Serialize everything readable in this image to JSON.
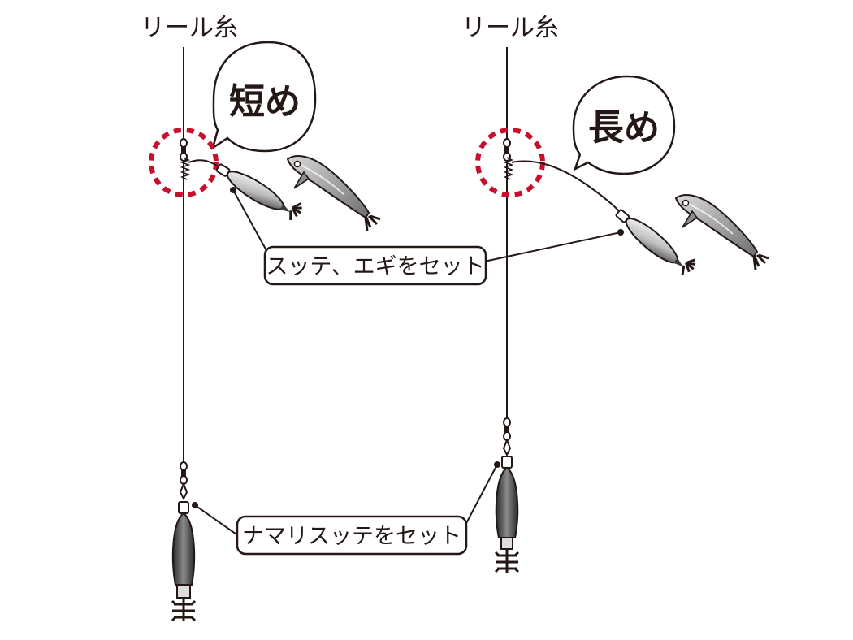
{
  "left_rig": {
    "line_label": "リール糸",
    "callout": "短め"
  },
  "right_rig": {
    "line_label": "リール糸",
    "callout": "長め"
  },
  "labels": {
    "dropper": "スッテ、エギをセット",
    "bottom": "ナマリスッテをセット"
  },
  "colors": {
    "line": "#231815",
    "marker_circle": "#c8102e",
    "jig_dark": "#4a4a4a",
    "squid_jig": "#9a9a9a"
  }
}
